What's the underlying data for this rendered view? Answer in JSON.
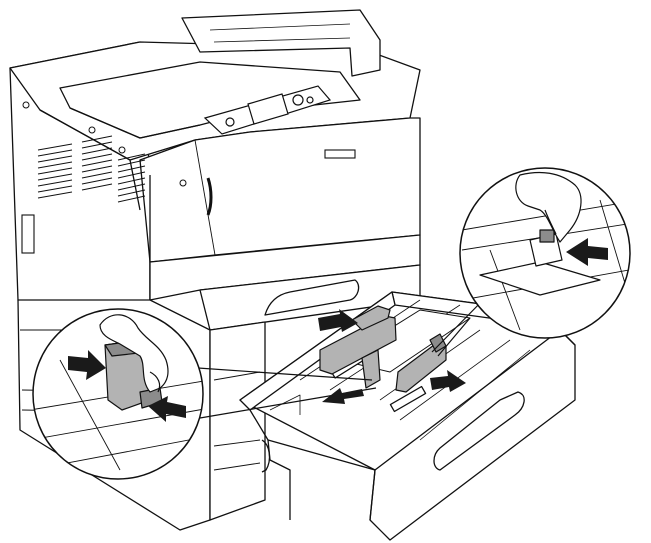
{
  "figure": {
    "subject": "printer-paper-cassette-guide-adjustment",
    "colors": {
      "line": "#111111",
      "paper_white": "#ffffff",
      "guide_gray": "#b3b3b3",
      "dark_gray": "#8c8c8c",
      "arrow": "#1a1a1a"
    },
    "callouts": [
      {
        "id": "left-callout",
        "shows": "squeezing-edge-guide-release-tab"
      },
      {
        "id": "right-callout",
        "shows": "pressing-length-guide-release-tab"
      }
    ],
    "arrows": [
      {
        "id": "arrow-guide-in-top",
        "direction": "right"
      },
      {
        "id": "arrow-guide-out-left",
        "direction": "left"
      },
      {
        "id": "arrow-guide-out-right",
        "direction": "right"
      },
      {
        "id": "arrow-left-callout-squeeze-a",
        "direction": "right"
      },
      {
        "id": "arrow-left-callout-squeeze-b",
        "direction": "left"
      },
      {
        "id": "arrow-right-callout-press",
        "direction": "left"
      }
    ]
  }
}
